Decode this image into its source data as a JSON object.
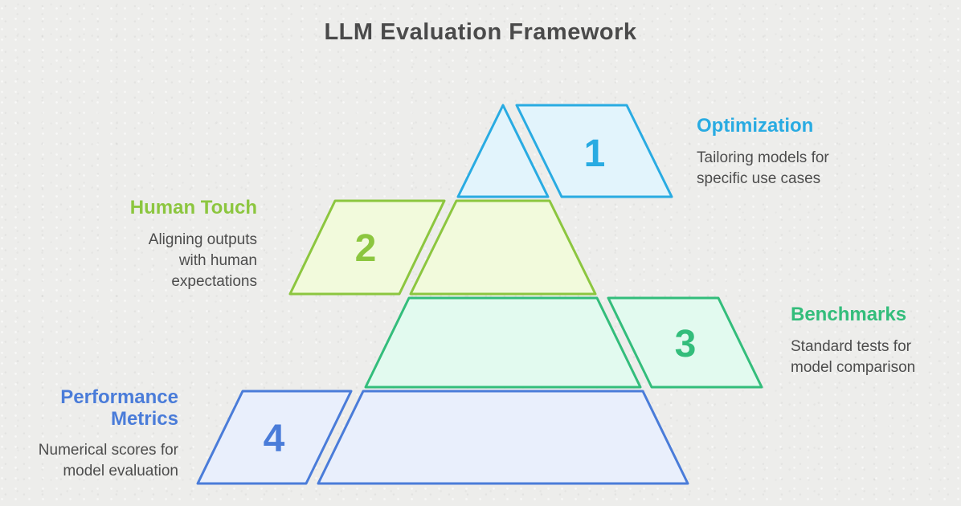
{
  "title": "LLM Evaluation Framework",
  "colors": {
    "background": "#EDEDEB",
    "title_text": "#4A4A4A",
    "body_text": "#4D4D4D"
  },
  "levels": [
    {
      "number": "1",
      "name": "Optimization",
      "desc_lines": [
        "Tailoring models for",
        "specific use cases"
      ],
      "side": "right",
      "stroke": "#29ABE2",
      "fill": "#E2F4FC"
    },
    {
      "number": "2",
      "name": "Human Touch",
      "desc_lines": [
        "Aligning outputs",
        "with human",
        "expectations"
      ],
      "side": "left",
      "stroke": "#8CC63F",
      "fill": "#F2FADC"
    },
    {
      "number": "3",
      "name": "Benchmarks",
      "desc_lines": [
        "Standard tests for",
        "model comparison"
      ],
      "side": "right",
      "stroke": "#33BD7B",
      "fill": "#E2FAEF"
    },
    {
      "number": "4",
      "name": "Performance Metrics",
      "desc_lines": [
        "Numerical scores for",
        "model evaluation"
      ],
      "side": "left",
      "stroke": "#4A7CD9",
      "fill": "#E9EFFC"
    }
  ]
}
